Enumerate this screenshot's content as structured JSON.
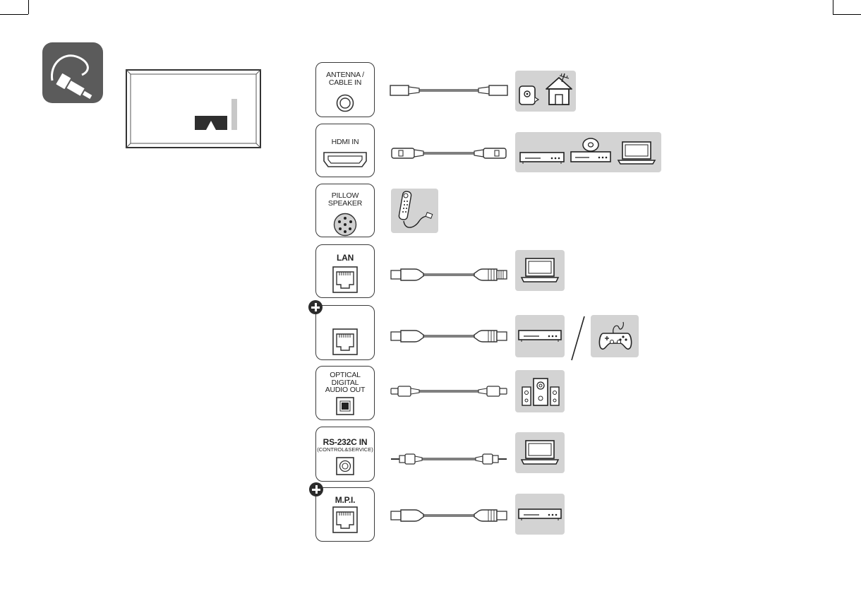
{
  "colors": {
    "badge": "#5b5b5b",
    "device_bg": "#d3d3d3",
    "outline": "#3a3a3a",
    "plus_badge": "#2b2b2b"
  },
  "header_icon": "cable-connector-icon",
  "tv_diagram": {
    "icon": "tv-rear-panel-icon",
    "marker": "up-arrow-icon"
  },
  "connections": [
    {
      "id": "antenna",
      "label": "ANTENNA /\nCABLE IN",
      "port_icon": "coaxial-port-icon",
      "cable": "coaxial-cable-icon",
      "devices": [
        "antenna-house-icon"
      ]
    },
    {
      "id": "hdmi",
      "label": "HDMI IN",
      "port_icon": "hdmi-port-icon",
      "cable": "hdmi-cable-icon",
      "devices": [
        "set-top-box-icon",
        "disc-player-icon",
        "laptop-icon"
      ]
    },
    {
      "id": "pillow",
      "label": "PILLOW\nSPEAKER",
      "port_icon": "din-port-icon",
      "cable": "",
      "devices": [
        "pillow-speaker-remote-icon"
      ]
    },
    {
      "id": "lan",
      "label": "LAN",
      "port_icon": "rj45-port-icon",
      "cable": "lan-cable-icon",
      "devices": [
        "laptop-icon"
      ]
    },
    {
      "id": "rj45-extra",
      "label": "",
      "optional": true,
      "port_icon": "rj45-port-icon",
      "cable": "lan-cable-icon",
      "devices": [
        "set-top-box-icon",
        "game-controller-icon"
      ]
    },
    {
      "id": "optical",
      "label": "OPTICAL\nDIGITAL\nAUDIO OUT",
      "port_icon": "optical-port-icon",
      "cable": "optical-cable-icon",
      "devices": [
        "speaker-system-icon"
      ]
    },
    {
      "id": "rs232c",
      "label": "RS-232C IN",
      "sublabel": "(CONTROL&SERVICE)",
      "port_icon": "phone-jack-port-icon",
      "cable": "jack-cable-icon",
      "devices": [
        "laptop-icon"
      ]
    },
    {
      "id": "mpi",
      "label": "M.P.I.",
      "optional": true,
      "port_icon": "rj45-port-icon",
      "cable": "lan-cable-icon",
      "devices": [
        "set-top-box-icon"
      ]
    }
  ]
}
